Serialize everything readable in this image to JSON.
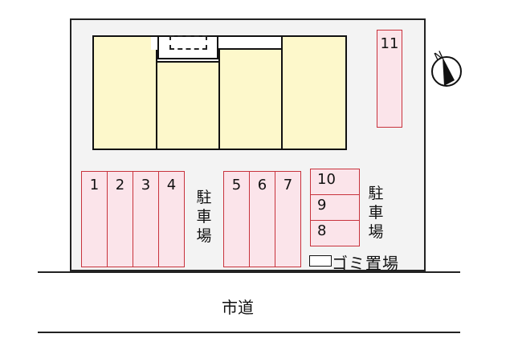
{
  "site_plan": {
    "building": {
      "units": 4
    },
    "parking_lots": {
      "left_group": [
        {
          "number": "1"
        },
        {
          "number": "2"
        },
        {
          "number": "3"
        },
        {
          "number": "4"
        }
      ],
      "middle_group": [
        {
          "number": "5"
        },
        {
          "number": "6"
        },
        {
          "number": "7"
        }
      ],
      "right_group_stacked": [
        {
          "number": "10"
        },
        {
          "number": "9"
        },
        {
          "number": "8"
        }
      ],
      "top_right": {
        "number": "11"
      },
      "label_left": "駐車場",
      "label_right": "駐車場"
    },
    "garbage_area_label": "ゴミ置場",
    "road_label": "市道",
    "compass": {
      "direction": "N"
    }
  },
  "colors": {
    "building_fill": "#fdf8cb",
    "parking_fill": "#fbe4ea",
    "parking_border": "#c8323c",
    "lot_fill": "#f3f3f3"
  }
}
